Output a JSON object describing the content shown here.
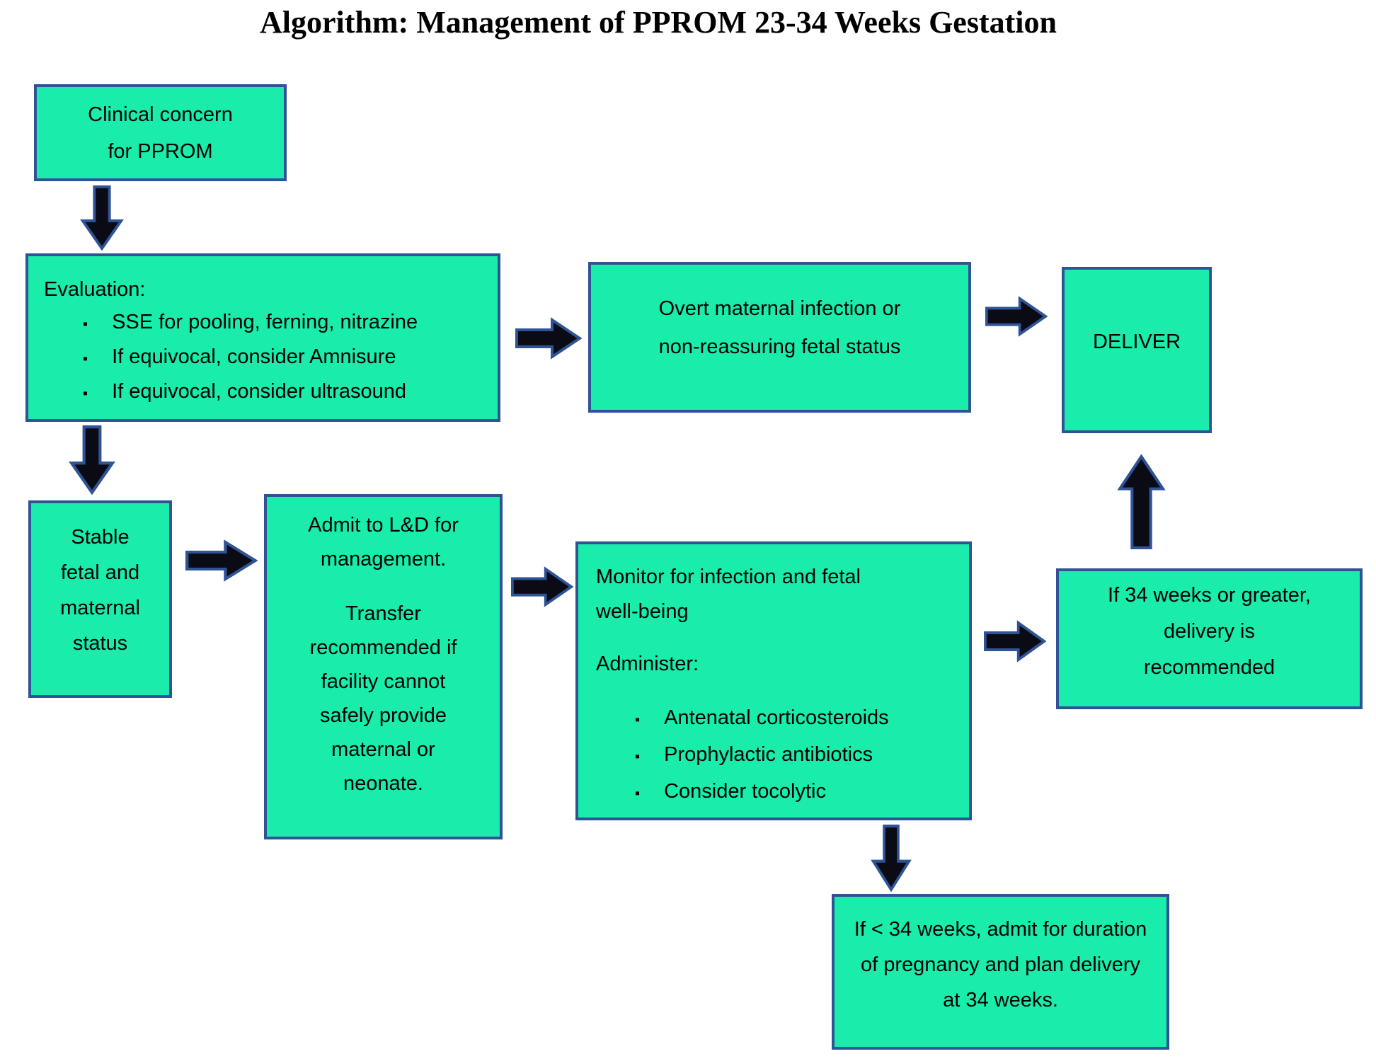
{
  "title": "Algorithm: Management of PPROM 23-34 Weeks Gestation",
  "bullet_char": "▪",
  "colors": {
    "box_fill": "#19ecab",
    "box_border": "#2f5496",
    "arrow_fill": "#0b0b16",
    "arrow_stroke": "#2f5496",
    "background": "#ffffff"
  },
  "boxes": {
    "clinical": {
      "lines": [
        "Clinical concern",
        "for PPROM"
      ]
    },
    "evaluation": {
      "heading": "Evaluation:",
      "bullets": [
        "SSE for pooling, ferning, nitrazine",
        "If equivocal, consider Amnisure",
        "If equivocal, consider ultrasound"
      ]
    },
    "overt": {
      "lines": [
        "Overt maternal infection or",
        "non-reassuring fetal status"
      ]
    },
    "deliver": {
      "label": "DELIVER"
    },
    "stable": {
      "lines": [
        "Stable",
        "fetal and",
        "maternal",
        "status"
      ]
    },
    "admit": {
      "para1": [
        "Admit to L&D for",
        "management."
      ],
      "para2": [
        "Transfer",
        "recommended if",
        "facility cannot",
        "safely provide",
        "maternal or",
        "neonate."
      ]
    },
    "monitor": {
      "lines": [
        "Monitor for infection and fetal",
        "well-being"
      ],
      "subheading": "Administer:",
      "bullets": [
        "Antenatal corticosteroids",
        "Prophylactic antibiotics",
        "Consider tocolytic"
      ]
    },
    "if34": {
      "lines": [
        "If 34 weeks or greater,",
        "delivery is",
        "recommended"
      ]
    },
    "under34": {
      "lines": [
        "If < 34 weeks, admit for duration",
        "of pregnancy and plan delivery",
        "at 34 weeks."
      ]
    }
  }
}
